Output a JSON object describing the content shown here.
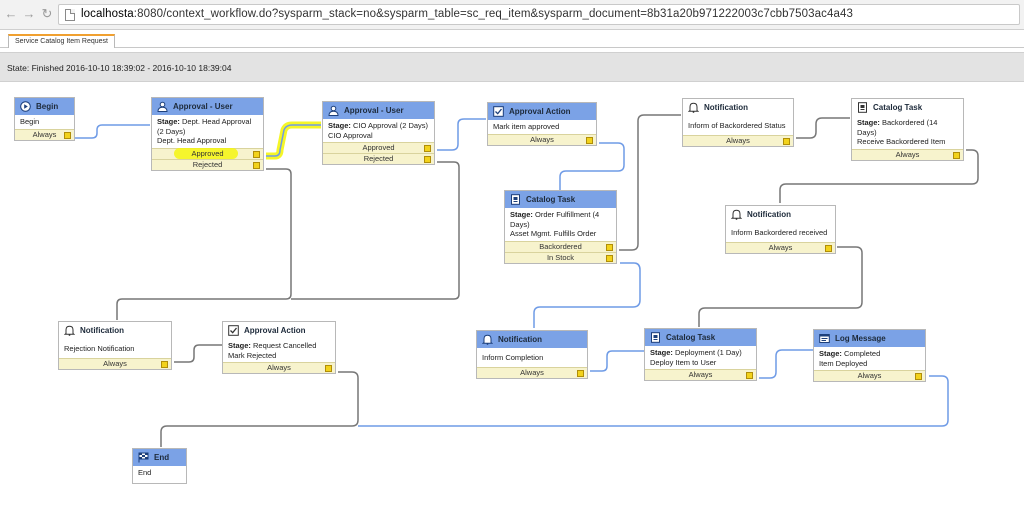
{
  "browser": {
    "url_host": "localhosta",
    "url_rest": ":8080/context_workflow.do?sysparm_stack=no&sysparm_table=sc_req_item&sysparm_document=8b31a20b971222003c7cbb7503ac4a43"
  },
  "tab": {
    "label": "Service Catalog Item Request"
  },
  "state": {
    "text": "State: Finished   2016-10-10 18:39:02 - 2016-10-10 18:39:04"
  },
  "colors": {
    "header_blue": "#7ba2e6",
    "wire_blue": "#6f9be6",
    "wire_gray": "#777777",
    "condition_bg": "#f7f3cd",
    "port": "#f2d21b",
    "highlight": "#f4f510"
  },
  "activities": {
    "begin": {
      "title": "Begin",
      "icon": "play-icon",
      "body": "Begin",
      "conds": [
        "Always"
      ]
    },
    "approval_user_1": {
      "title": "Approval - User",
      "icon": "user-icon",
      "stage_label": "Stage:",
      "stage": " Dept. Head Approval (2 Days)",
      "body": "Dept. Head Approval",
      "conds": [
        "Approved",
        "Rejected"
      ]
    },
    "approval_user_2": {
      "title": "Approval - User",
      "icon": "user-icon",
      "stage_label": "Stage:",
      "stage": " CIO Approval (2 Days)",
      "body": "CIO Approval",
      "conds": [
        "Approved",
        "Rejected"
      ]
    },
    "approval_action_1": {
      "title": "Approval Action",
      "icon": "checkbox-icon",
      "body": "Mark item approved",
      "conds": [
        "Always"
      ]
    },
    "notification_backorder": {
      "title": "Notification",
      "icon": "bell-icon",
      "body": "Inform of Backordered Status",
      "conds": [
        "Always"
      ]
    },
    "catalog_task_backorder": {
      "title": "Catalog Task",
      "icon": "task-icon",
      "stage_label": "Stage:",
      "stage": " Backordered (14 Days)",
      "body": "Receive Backordered Item",
      "conds": [
        "Always"
      ]
    },
    "catalog_task_fulfill": {
      "title": "Catalog Task",
      "icon": "task-icon",
      "stage_label": "Stage:",
      "stage": " Order Fulfillment (4 Days)",
      "body": "Asset Mgmt. Fulfills Order",
      "conds": [
        "Backordered",
        "In Stock"
      ]
    },
    "notification_received": {
      "title": "Notification",
      "icon": "bell-icon",
      "body": "Inform Backordered received",
      "conds": [
        "Always"
      ]
    },
    "notification_rejection": {
      "title": "Notification",
      "icon": "bell-icon",
      "body": "Rejection Notification",
      "conds": [
        "Always"
      ]
    },
    "approval_action_2": {
      "title": "Approval Action",
      "icon": "checkbox-icon",
      "stage_label": "Stage:",
      "stage": " Request Cancelled",
      "body": "Mark Rejected",
      "conds": [
        "Always"
      ]
    },
    "notification_complete": {
      "title": "Notification",
      "icon": "bell-icon",
      "body": "Inform Completion",
      "conds": [
        "Always"
      ]
    },
    "catalog_task_deploy": {
      "title": "Catalog Task",
      "icon": "task-icon",
      "stage_label": "Stage:",
      "stage": " Deployment (1 Day)",
      "body": "Deploy Item to User",
      "conds": [
        "Always"
      ]
    },
    "log_message": {
      "title": "Log Message",
      "icon": "log-icon",
      "stage_label": "Stage:",
      "stage": " Completed",
      "body": "Item Deployed",
      "conds": [
        "Always"
      ]
    },
    "end": {
      "title": "End",
      "icon": "flag-icon",
      "body": "End",
      "conds": []
    }
  }
}
